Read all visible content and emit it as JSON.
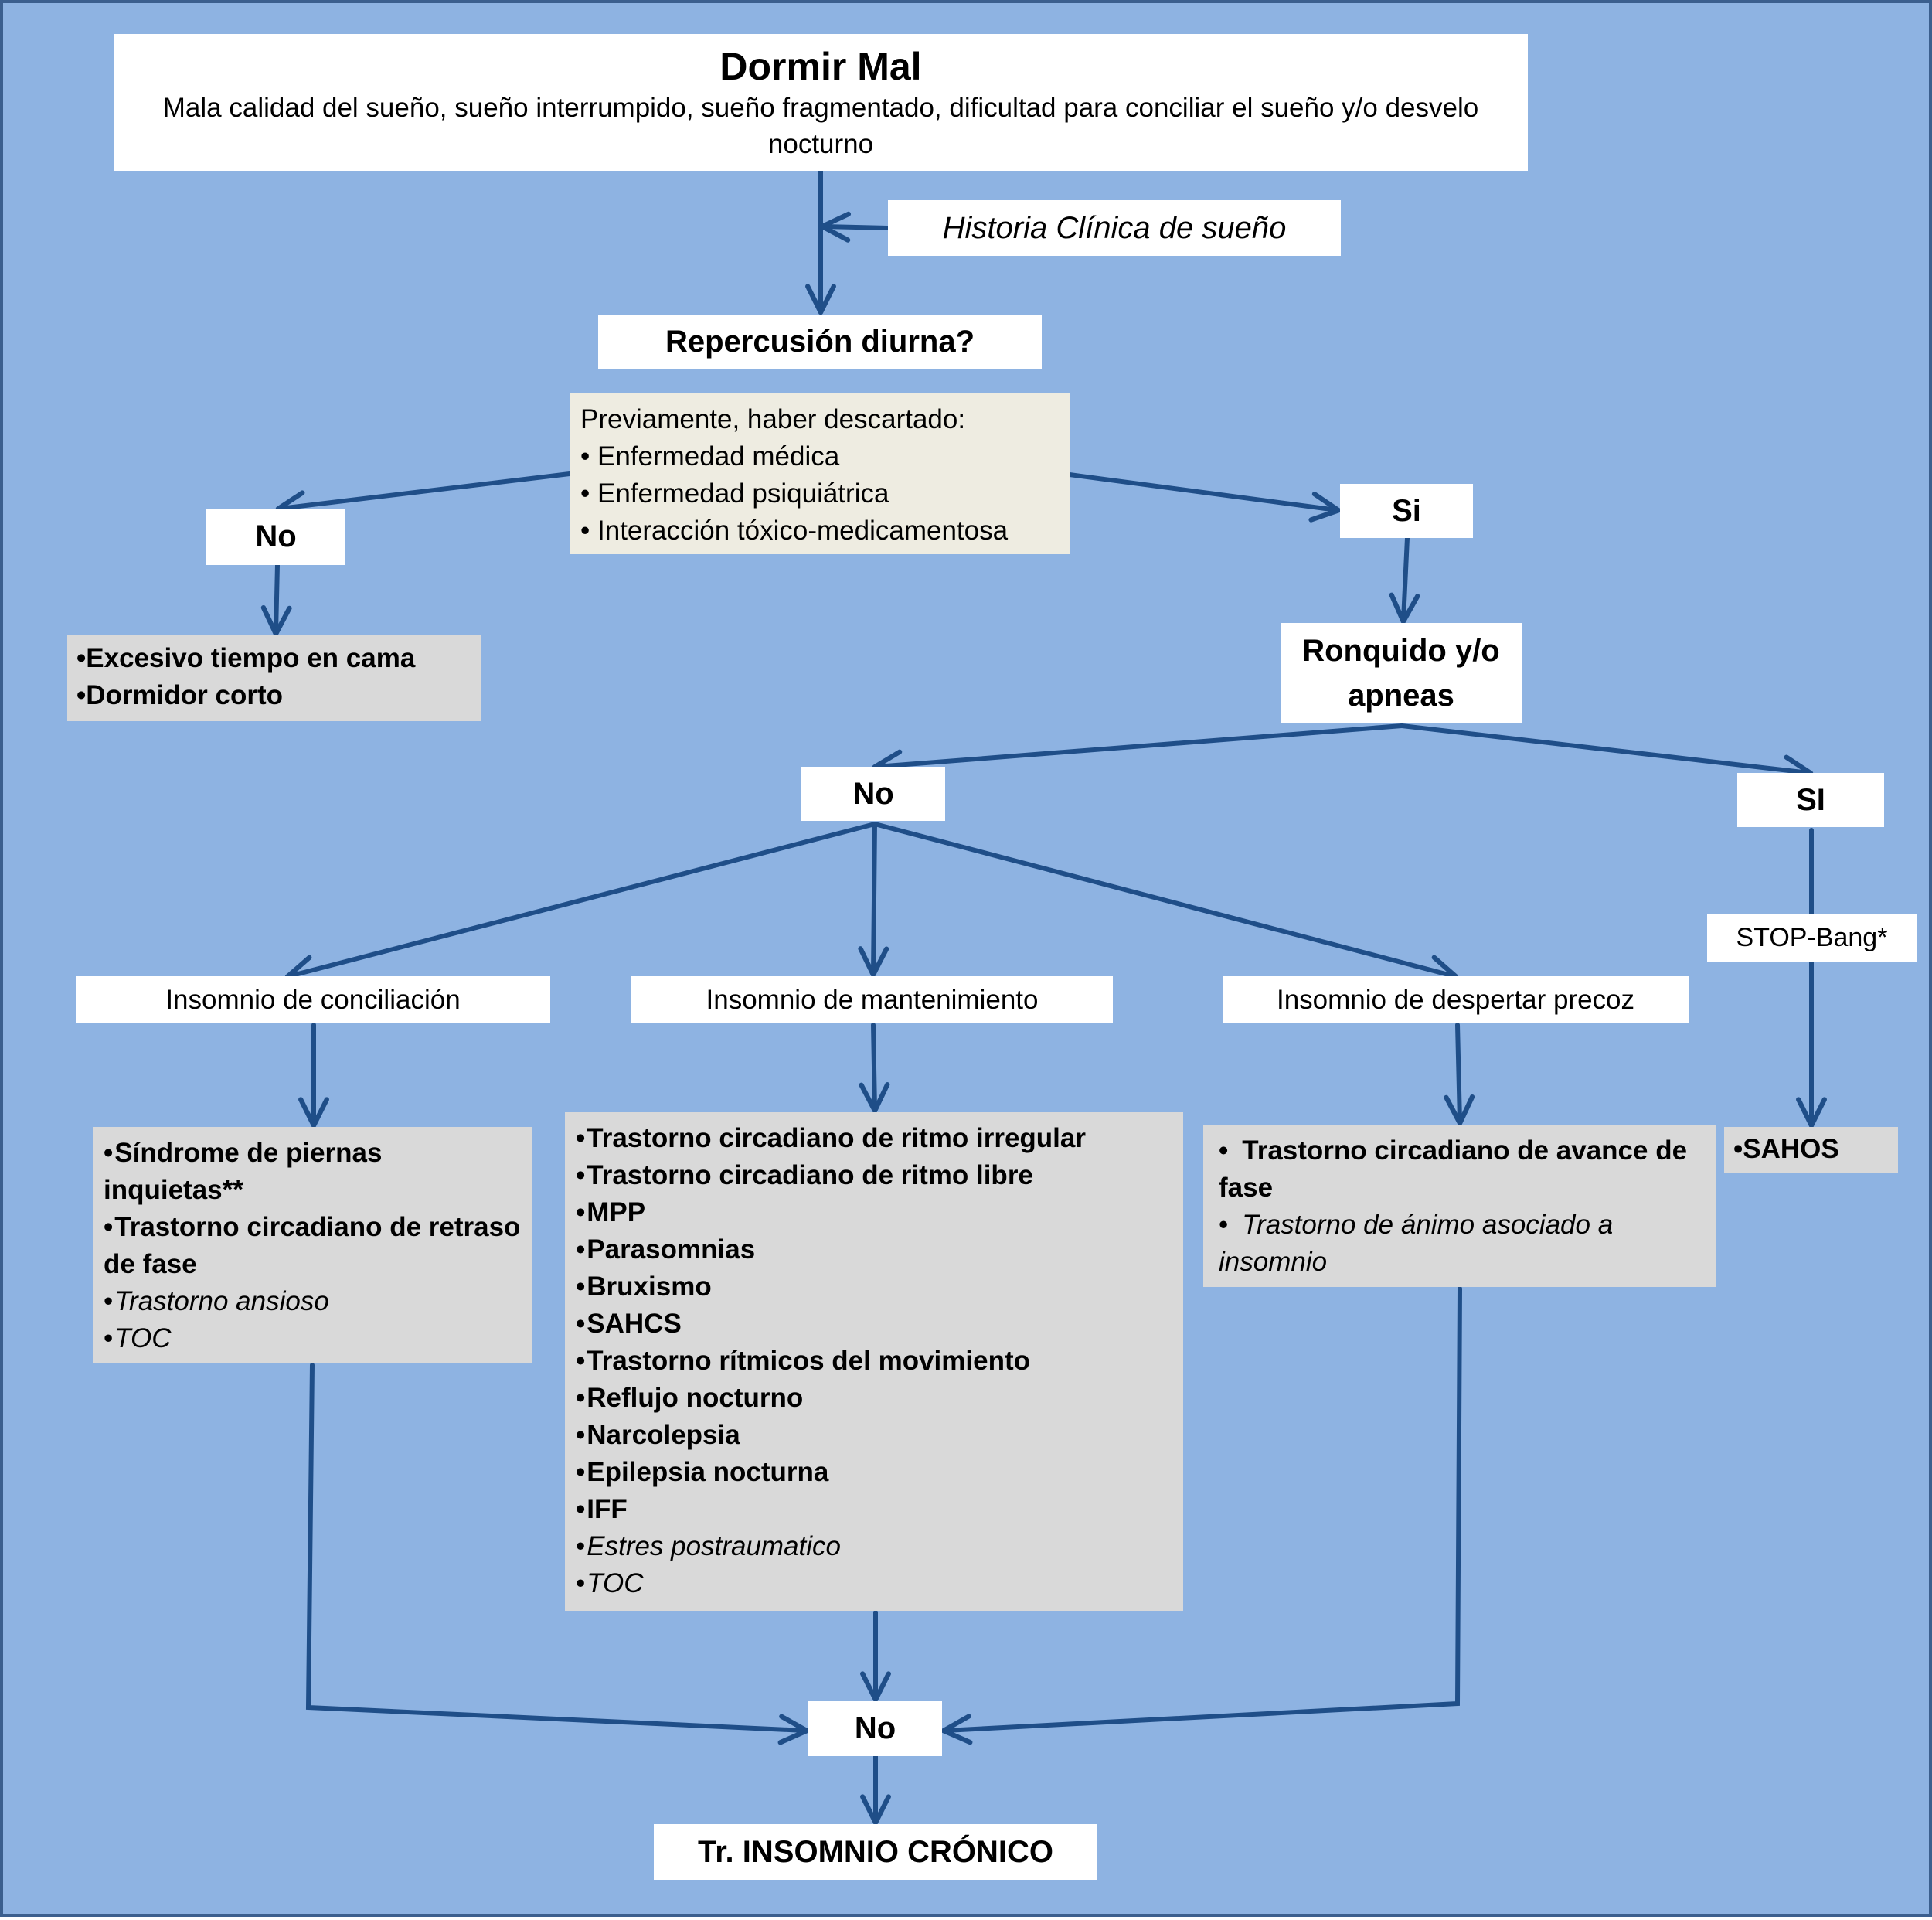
{
  "title_box": {
    "title": "Dormir Mal",
    "description": "Mala calidad del sueño,  sueño interrumpido,  sueño fragmentado, dificultad para conciliar el sueño y/o desvelo nocturno"
  },
  "history_box": {
    "label": "Historia Clínica de sueño"
  },
  "daytime_question": {
    "label": "Repercusión diurna?"
  },
  "prerequisites": {
    "heading": "Previamente, haber descartado:",
    "items": [
      "Enfermedad médica",
      "Enfermedad psiquiátrica",
      "Interacción tóxico-medicamentosa"
    ]
  },
  "branch_no_daytime": {
    "label": "No",
    "results": [
      "Excesivo tiempo en cama",
      "Dormidor corto"
    ]
  },
  "branch_yes_daytime": {
    "label": "Si"
  },
  "snoring_question": {
    "label_line1": "Ronquido y/o",
    "label_line2": "apneas"
  },
  "branch_no_snoring": {
    "label": "No"
  },
  "branch_yes_snoring": {
    "label": "SI",
    "test": "STOP-Bang*",
    "results": [
      "SAHOS"
    ]
  },
  "insomnia_types": [
    {
      "label": "Insomnio de conciliación",
      "differentials": [
        {
          "text": "Síndrome de piernas inquietas**",
          "style": "bold"
        },
        {
          "text": "Trastorno circadiano de retraso de fase",
          "style": "bold"
        },
        {
          "text": "Trastorno ansioso",
          "style": "italic"
        },
        {
          "text": "TOC",
          "style": "italic"
        }
      ]
    },
    {
      "label": "Insomnio de mantenimiento",
      "differentials": [
        {
          "text": "Trastorno circadiano de ritmo irregular",
          "style": "bold"
        },
        {
          "text": "Trastorno circadiano de ritmo libre",
          "style": "bold"
        },
        {
          "text": "MPP",
          "style": "bold"
        },
        {
          "text": "Parasomnias",
          "style": "bold"
        },
        {
          "text": "Bruxismo",
          "style": "bold"
        },
        {
          "text": "SAHCS",
          "style": "bold"
        },
        {
          "text": "Trastorno  rítmicos del movimiento",
          "style": "bold"
        },
        {
          "text": "Reflujo nocturno",
          "style": "bold"
        },
        {
          "text": "Narcolepsia",
          "style": "bold"
        },
        {
          "text": "Epilepsia nocturna",
          "style": "bold"
        },
        {
          "text": "IFF",
          "style": "bold"
        },
        {
          "text": "Estres postraumatico",
          "style": "italic"
        },
        {
          "text": "TOC",
          "style": "italic"
        }
      ]
    },
    {
      "label": "Insomnio de despertar precoz",
      "differentials": [
        {
          "text": "Trastorno circadiano de avance de fase",
          "style": "bold"
        },
        {
          "text": "Trastorno de ánimo asociado a insomnio",
          "style": "italic"
        }
      ]
    }
  ],
  "final_check": {
    "label": "No"
  },
  "outcome": {
    "label": "Tr. INSOMNIO CRÓNICO"
  },
  "colors": {
    "background": "#8eb3e2",
    "border": "#3b5f8e",
    "arrow": "#1f4e88",
    "white_box": "#ffffff",
    "grey_box": "#d9d9d9",
    "cream_box": "#eeece1"
  },
  "bullet": "•"
}
